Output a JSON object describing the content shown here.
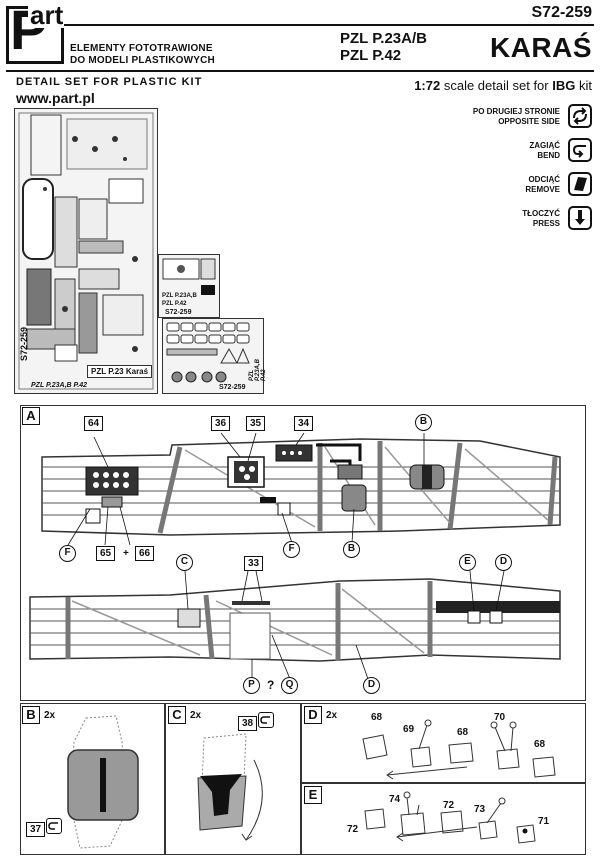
{
  "header": {
    "logo_p": "P",
    "logo_art": "art",
    "kit_code": "S72-259",
    "line1": "ELEMENTY FOTOTRAWIONE",
    "line2": "DO MODELI PLASTIKOWYCH",
    "model1": "PZL P.23A/B",
    "model2": "PZL P.42",
    "name": "KARAŚ",
    "detail_set": "DETAIL SET FOR PLASTIC KIT",
    "website": "www.part.pl",
    "scale": "1:72",
    "scale_text": "scale detail set for",
    "brand": "IBG",
    "kit": "kit"
  },
  "legend": [
    {
      "line1": "PO DRUGIEJ STRONIE",
      "line2": "OPPOSITE SIDE",
      "icon": "opposite-side-icon"
    },
    {
      "line1": "ZAGIĄĆ",
      "line2": "BEND",
      "icon": "bend-icon"
    },
    {
      "line1": "ODCIĄĆ",
      "line2": "REMOVE",
      "icon": "remove-icon"
    },
    {
      "line1": "TŁOCZYĆ",
      "line2": "PRESS",
      "icon": "press-icon"
    }
  ],
  "sheets": {
    "main_code": "S72-259",
    "main_title": "PZL P.23A,B  P.42",
    "main_name": "PZL P.23 Karaś",
    "side_text": "PZL P.23A,B",
    "side_text2": "PZL P.42",
    "side_code": "S72-259",
    "small_code": "S72-259",
    "small_title": "PZL P.23A,B P.42"
  },
  "section_a": {
    "label": "A",
    "parts_top": [
      "64",
      "36",
      "35",
      "34"
    ],
    "refs_top": [
      "B",
      "F",
      "F",
      "B"
    ],
    "plus_parts": [
      "65",
      "66"
    ],
    "plus": "+",
    "parts_bottom": [
      "33"
    ],
    "refs_bottom": [
      "C",
      "E",
      "D",
      "P",
      "Q",
      "D"
    ],
    "question": "?"
  },
  "section_b": {
    "label": "B",
    "qty": "2x",
    "part": "37"
  },
  "section_c": {
    "label": "C",
    "qty": "2x",
    "part": "38"
  },
  "section_d": {
    "label": "D",
    "qty": "2x",
    "parts": [
      "68",
      "69",
      "68",
      "70",
      "68"
    ]
  },
  "section_e": {
    "label": "E",
    "parts": [
      "72",
      "74",
      "72",
      "73",
      "71"
    ]
  }
}
